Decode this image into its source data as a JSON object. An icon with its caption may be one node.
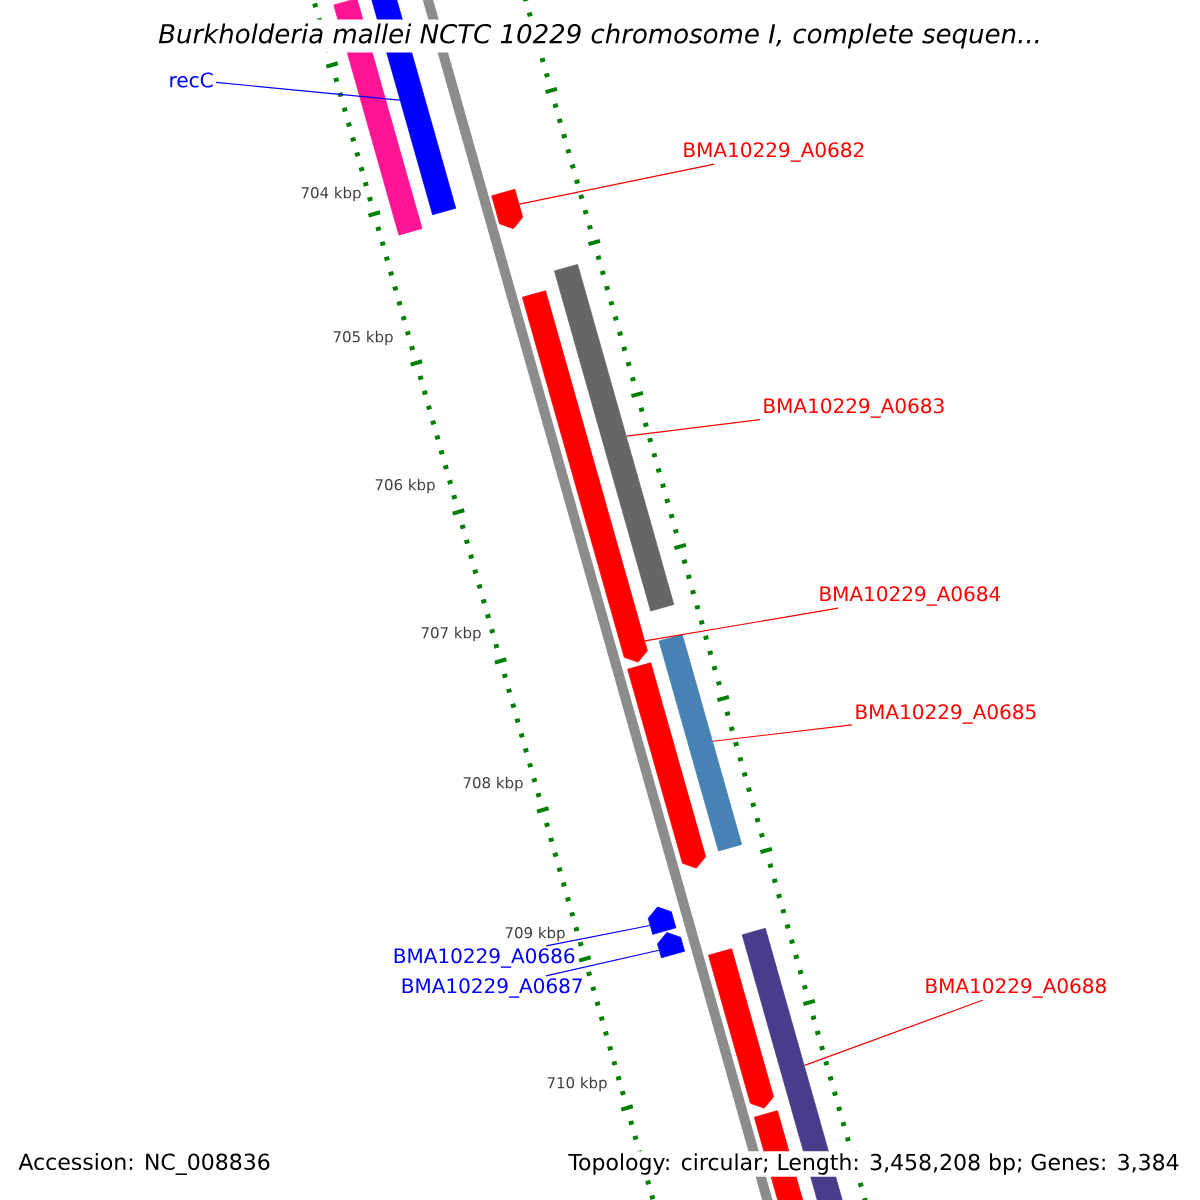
{
  "diagram": {
    "title": "Burkholderia mallei NCTC 10229 chromosome I, complete sequen...",
    "nodes": [
      {
        "text": [
          "recC"
        ]
      },
      {
        "text": [],
        "shape": "bar"
      },
      {
        "text": [
          "BMA10229_A0682"
        ]
      },
      {
        "text": [],
        "shape": "arrow"
      },
      {
        "text": [
          "BMA10229_A0683"
        ]
      },
      {
        "text": [],
        "shape": "bar"
      },
      {
        "text": [
          "BMA10229_A0684"
        ]
      },
      {
        "text": [],
        "shape": "arrow"
      },
      {
        "text": [
          "BMA10229_A0685"
        ]
      },
      {
        "text": [],
        "shape": "bar"
      },
      {
        "text": [
          "BMA10229_A0686"
        ]
      },
      {
        "text": [],
        "shape": "arrow"
      },
      {
        "text": [
          "BMA10229_A0687"
        ]
      },
      {
        "text": [],
        "shape": "arrow"
      },
      {
        "text": [
          "BMA10229_A0688"
        ]
      },
      {
        "text": [],
        "shape": "bar"
      },
      {
        "text": [],
        "shape": "bar"
      },
      {
        "text": [],
        "shape": "arrow"
      },
      {
        "text": [],
        "shape": "arrow"
      },
      {
        "text": [],
        "shape": "arrow"
      },
      {
        "text": [],
        "shape": "bar"
      }
    ],
    "edges": [
      {
        "from": 0,
        "to": 1,
        "arrow": "none",
        "color": "#0000ff"
      },
      {
        "from": 2,
        "to": 3,
        "arrow": "none"
      },
      {
        "from": 4,
        "to": 5,
        "arrow": "none"
      },
      {
        "from": 6,
        "to": 7,
        "arrow": "none"
      },
      {
        "from": 8,
        "to": 9,
        "arrow": "none"
      },
      {
        "from": 10,
        "to": 11,
        "arrow": "none",
        "color": "#0000ff"
      },
      {
        "from": 12,
        "to": 13,
        "arrow": "none",
        "color": "#0000ff"
      },
      {
        "from": 14,
        "to": 15,
        "arrow": "none"
      }
    ],
    "labels": [
      "704 kbp",
      "705 kbp",
      "706 kbp",
      "707 kbp",
      "708 kbp",
      "709 kbp",
      "710 kbp",
      "Accession: NC_008836",
      "Topology: circular; Length: 3,458,208 bp; Genes: 3,384"
    ]
  }
}
